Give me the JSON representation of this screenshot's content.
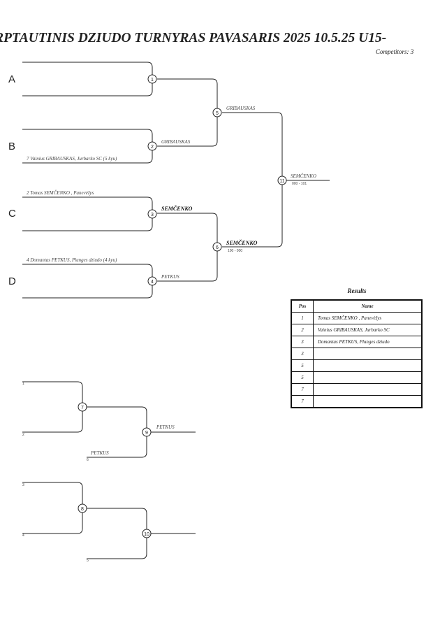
{
  "header": {
    "title": "RPTAUTINIS DZIUDO TURNYRAS PAVASARIS 2025  10.5.25     U15-",
    "competitors": "Competitors: 3"
  },
  "pools": [
    "A",
    "B",
    "C",
    "D"
  ],
  "bracket": {
    "entries": {
      "b_lower": "7  Vainius GRIBAUSKAS, Jurbarko SC (5 kyu)",
      "c_upper": "2  Tomas SEMČENKO , Panevėžys",
      "d_upper": "4  Domantas PETKUS, Plunges dziudo (4 kyu)"
    },
    "matches": {
      "m1": "1",
      "m2": "2",
      "m3": "3",
      "m4": "4",
      "m5": "5",
      "m6": "6",
      "m7": "7",
      "m8": "8",
      "m9": "9",
      "m10": "10",
      "m11": "11"
    },
    "winners": {
      "m2": "GRIBAUSKAS",
      "m5": "GRIBAUSKAS",
      "m3": "SEMČENKO",
      "m4": "PETKUS",
      "m6": "SEMČENKO",
      "m6_score": "100 - 000",
      "m11": "SEMČENKO",
      "m11_score": "000 - 101"
    },
    "repechage": {
      "r_top1": "1",
      "r_top2": "2",
      "r_petkus": "PETKUS",
      "r_petkus_seed": "6",
      "m9_winner": "PETKUS",
      "r_bot1": "3",
      "r_bot2": "4",
      "r_bot3": "5"
    }
  },
  "results": {
    "title": "Results",
    "headers": {
      "pos": "Pos",
      "name": "Name"
    },
    "rows": [
      {
        "pos": "1",
        "name": "Tomas SEMČENKO , Panevėžys"
      },
      {
        "pos": "2",
        "name": "Vainius GRIBAUSKAS, Jurbarko SC"
      },
      {
        "pos": "3",
        "name": "Domantas PETKUS, Plunges dziudo"
      },
      {
        "pos": "3",
        "name": ""
      },
      {
        "pos": "5",
        "name": ""
      },
      {
        "pos": "5",
        "name": ""
      },
      {
        "pos": "7",
        "name": ""
      },
      {
        "pos": "7",
        "name": ""
      }
    ]
  }
}
